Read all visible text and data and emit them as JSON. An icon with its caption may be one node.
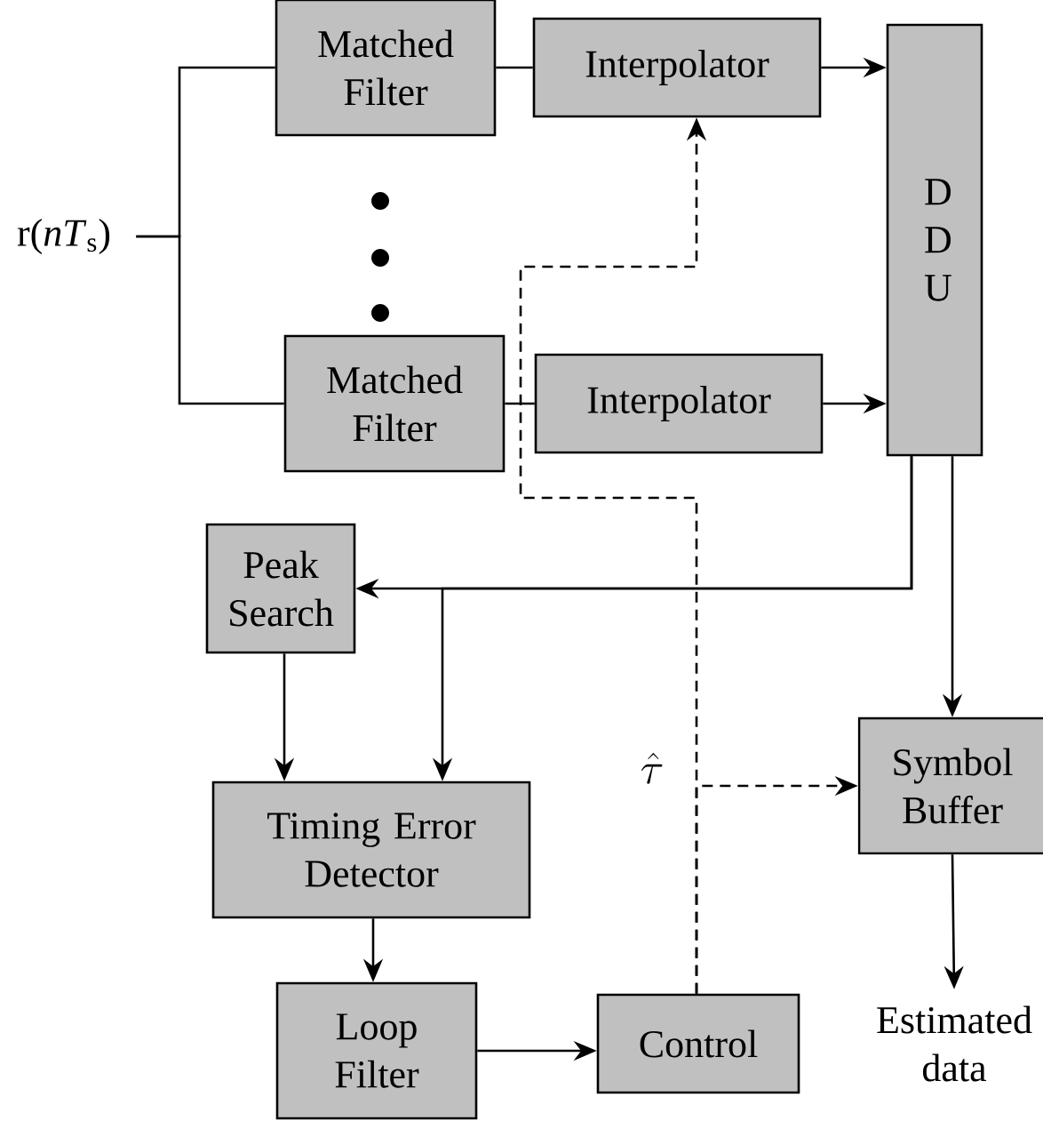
{
  "diagram": {
    "nodes": [
      {
        "text": [
          "r(*nT*$_{s}$)"
        ]
      },
      {
        "text": [
          "Matched Filter"
        ]
      },
      {
        "text": [
          "Interpolator"
        ]
      },
      {
        "text": [
          "D D U"
        ]
      },
      {
        "text": [
          "Matched Filter"
        ]
      },
      {
        "text": [
          "Interpolator"
        ]
      },
      {
        "text": [
          "Peak Search"
        ]
      },
      {
        "text": [
          "Timing Error Detector"
        ]
      },
      {
        "text": [
          "Loop Filter"
        ]
      },
      {
        "text": [
          "Control"
        ]
      },
      {
        "text": [
          "Symbol Buffer"
        ]
      },
      {
        "text": [
          "Estimated data"
        ]
      }
    ],
    "edges": [
      {
        "from": 0,
        "to": 1,
        "arrow": "none"
      },
      {
        "from": 0,
        "to": 4,
        "arrow": "none"
      },
      {
        "from": 1,
        "to": 2,
        "arrow": "none"
      },
      {
        "from": 4,
        "to": 5,
        "arrow": "none"
      },
      {
        "from": 2,
        "to": 3,
        "arrow": "to"
      },
      {
        "from": 5,
        "to": 3,
        "arrow": "to"
      },
      {
        "from": 3,
        "to": 6,
        "arrow": "to"
      },
      {
        "from": 3,
        "to": 7,
        "arrow": "to"
      },
      {
        "from": 3,
        "to": 10,
        "arrow": "to"
      },
      {
        "from": 6,
        "to": 7,
        "arrow": "to"
      },
      {
        "from": 7,
        "to": 8,
        "arrow": "to"
      },
      {
        "from": 8,
        "to": 9,
        "arrow": "to"
      },
      {
        "from": 9,
        "to": 2,
        "arrow": "to",
        "style": "dashed"
      },
      {
        "from": 9,
        "to": 10,
        "arrow": "to",
        "style": "dashed",
        "label": "\\hat{\\tau}"
      },
      {
        "from": 10,
        "to": 11,
        "arrow": "to"
      }
    ]
  }
}
